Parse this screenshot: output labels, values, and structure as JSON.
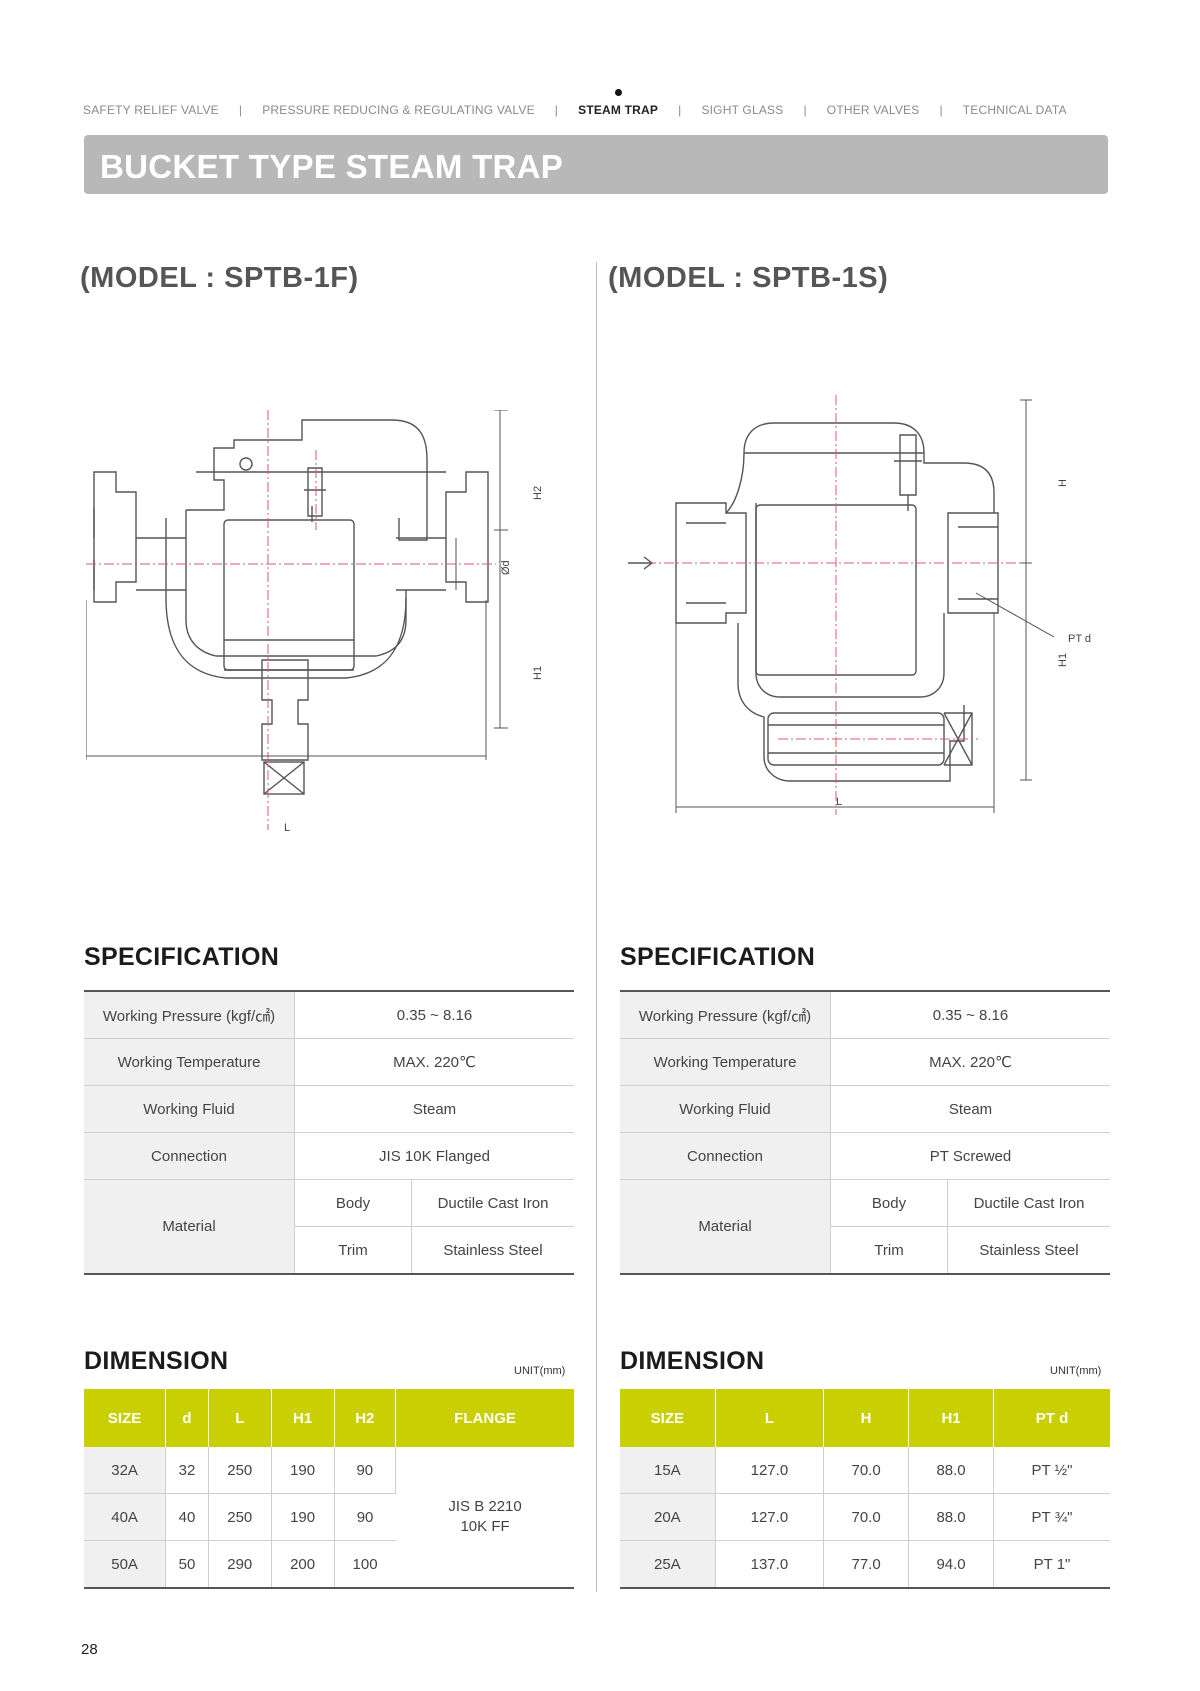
{
  "nav": {
    "items": [
      "SAFETY RELIEF VALVE",
      "PRESSURE REDUCING & REGULATING VALVE",
      "STEAM TRAP",
      "SIGHT GLASS",
      "OTHER VALVES",
      "TECHNICAL DATA"
    ],
    "separator": "|",
    "active": "STEAM TRAP"
  },
  "banner": {
    "title": "BUCKET TYPE STEAM TRAP"
  },
  "left": {
    "model": "(MODEL : SPTB-1F)",
    "drawing_labels": {
      "l": "L",
      "h1": "H1",
      "h2": "H2",
      "d": "Ød"
    },
    "spec_title": "SPECIFICATION",
    "spec": {
      "pressure_label": "Working Pressure (kgf/㎠)",
      "pressure": "0.35 ~ 8.16",
      "temp_label": "Working Temperature",
      "temp": "MAX. 220℃",
      "fluid_label": "Working Fluid",
      "fluid": "Steam",
      "connection_label": "Connection",
      "connection": "JIS 10K Flanged",
      "material_label": "Material",
      "body_label": "Body",
      "body": "Ductile Cast Iron",
      "trim_label": "Trim",
      "trim": "Stainless Steel"
    },
    "dim_title": "DIMENSION",
    "unit": "UNIT(mm)",
    "dim_headers": [
      "SIZE",
      "d",
      "L",
      "H1",
      "H2",
      "FLANGE"
    ],
    "dim_rows": [
      [
        "32A",
        "32",
        "250",
        "190",
        "90"
      ],
      [
        "40A",
        "40",
        "250",
        "190",
        "90"
      ],
      [
        "50A",
        "50",
        "290",
        "200",
        "100"
      ]
    ],
    "flange_line1": "JIS B 2210",
    "flange_line2": "10K FF"
  },
  "right": {
    "model": "(MODEL : SPTB-1S)",
    "drawing_labels": {
      "l": "L",
      "h": "H",
      "h1": "H1",
      "ptd": "PT d"
    },
    "spec_title": "SPECIFICATION",
    "spec": {
      "pressure_label": "Working Pressure (kgf/㎠)",
      "pressure": "0.35 ~ 8.16",
      "temp_label": "Working Temperature",
      "temp": "MAX. 220℃",
      "fluid_label": "Working Fluid",
      "fluid": "Steam",
      "connection_label": "Connection",
      "connection": "PT Screwed",
      "material_label": "Material",
      "body_label": "Body",
      "body": "Ductile Cast Iron",
      "trim_label": "Trim",
      "trim": "Stainless Steel"
    },
    "dim_title": "DIMENSION",
    "unit": "UNIT(mm)",
    "dim_headers": [
      "SIZE",
      "L",
      "H",
      "H1",
      "PT d"
    ],
    "dim_rows": [
      [
        "15A",
        "127.0",
        "70.0",
        "88.0",
        "PT ½\""
      ],
      [
        "20A",
        "127.0",
        "70.0",
        "88.0",
        "PT ¾\""
      ],
      [
        "25A",
        "137.0",
        "77.0",
        "94.0",
        "PT 1\""
      ]
    ]
  },
  "page_number": "28",
  "colors": {
    "accent": "#c9cf00",
    "banner": "#b8b8b8",
    "center_line": "#e05a6a"
  }
}
